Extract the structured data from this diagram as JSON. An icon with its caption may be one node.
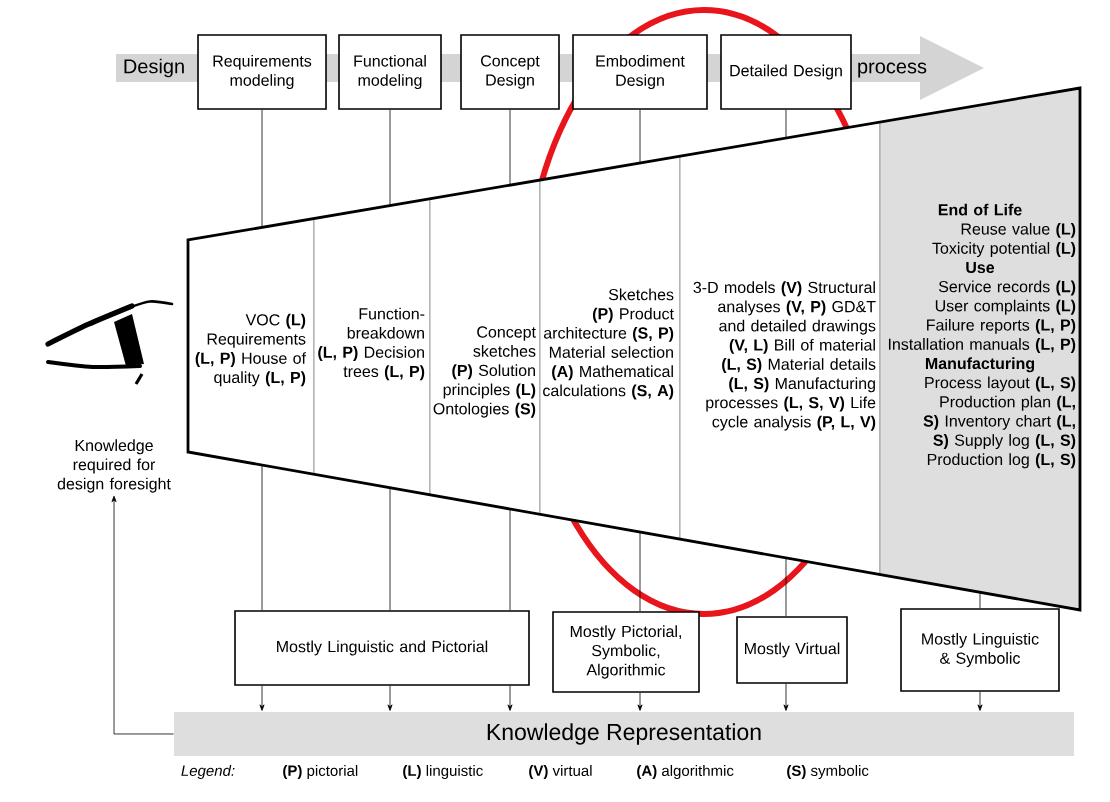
{
  "diagram": {
    "nodes": [
      {
        "text": [
          "Requirements modeling"
        ]
      },
      {
        "text": [
          "Functional modeling"
        ]
      },
      {
        "text": [
          "Concept Design"
        ]
      },
      {
        "text": [
          "Embodiment Design"
        ]
      },
      {
        "text": [
          "Detailed Design"
        ]
      },
      {
        "text": [
          "VOC **(L)** Requirements **(L, P)** House of quality **(L, P)**"
        ]
      },
      {
        "text": [
          "Function-breakdown **(L, P)** Decision trees **(L, P)**"
        ]
      },
      {
        "text": [
          "Concept sketches **(P)** Solution principles **(L)** Ontologies **(S)**"
        ]
      },
      {
        "text": [
          "Sketches **(P)** Product architecture **(S, P)** Material selection **(A)** Mathematical calculations **(S, A)**"
        ]
      },
      {
        "text": [
          "3-D models **(V)** Structural analyses **(V, P)** GD&T and detailed drawings **(V, L)** Bill of material **(L, S)** Material details **(L, S)** Manufacturing processes **(L, S, V)** Life cycle analysis **(P, L, V)**"
        ]
      },
      {
        "text": [
          "End of Life",
          "Reuse value **(L)** Toxicity potential **(L)**",
          "Use",
          "Service records **(L)** User complaints **(L)** Failure reports **(L, P)** Installation manuals **(L, P)**",
          "Manufacturing",
          "Process layout **(L, S)** Production plan **(L, S)** Inventory chart **(L, S)** Supply log **(L, S)** Production log **(L, S)**"
        ]
      },
      {
        "text": [
          "Knowledge required for design foresight"
        ]
      },
      {
        "text": [
          "Mostly Linguistic and Pictorial"
        ]
      },
      {
        "text": [
          "Mostly Pictorial, Symbolic, Algorithmic"
        ]
      },
      {
        "text": [
          "Mostly Virtual"
        ]
      },
      {
        "text": [
          "Mostly Linguistic & Symbolic"
        ]
      },
      {
        "text": [
          "Knowledge Representation"
        ]
      }
    ],
    "edges": [
      {
        "from": 0,
        "to": 5,
        "arrow": "none"
      },
      {
        "from": 1,
        "to": 6,
        "arrow": "none"
      },
      {
        "from": 2,
        "to": 7,
        "arrow": "none"
      },
      {
        "from": 3,
        "to": 8,
        "arrow": "none"
      },
      {
        "from": 4,
        "to": 9,
        "arrow": "none"
      },
      {
        "from": 5,
        "to": 12,
        "arrow": "none"
      },
      {
        "from": 6,
        "to": 12,
        "arrow": "none"
      },
      {
        "from": 7,
        "to": 12,
        "arrow": "none"
      },
      {
        "from": 8,
        "to": 13,
        "arrow": "none"
      },
      {
        "from": 9,
        "to": 14,
        "arrow": "none"
      },
      {
        "from": 10,
        "to": 15,
        "arrow": "none"
      },
      {
        "from": 12,
        "to": 16,
        "arrow": "to"
      },
      {
        "from": 12,
        "to": 16,
        "arrow": "to"
      },
      {
        "from": 12,
        "to": 16,
        "arrow": "to"
      },
      {
        "from": 13,
        "to": 16,
        "arrow": "to"
      },
      {
        "from": 14,
        "to": 16,
        "arrow": "to"
      },
      {
        "from": 15,
        "to": 16,
        "arrow": "to"
      },
      {
        "from": 16,
        "to": 11,
        "arrow": "to"
      }
    ],
    "labels": [
      "Design",
      "process",
      "Legend:"
    ],
    "legend": [
      {
        "text": "**(P)** pictorial"
      },
      {
        "text": "**(L)** linguistic"
      },
      {
        "text": "**(V)** virtual"
      },
      {
        "text": "**(A)** algorithmic"
      },
      {
        "text": "**(S)** symbolic"
      }
    ]
  }
}
